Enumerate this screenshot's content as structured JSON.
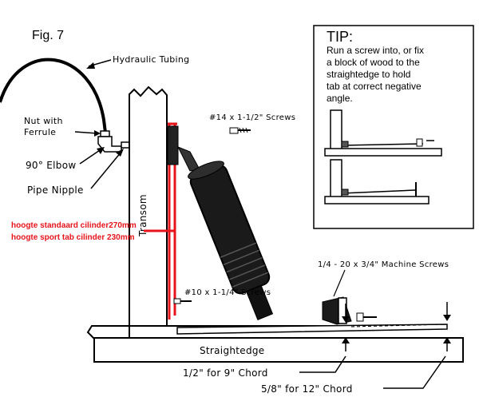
{
  "figure_label": "Fig. 7",
  "labels": {
    "hydraulic_tubing": "Hydraulic Tubing",
    "nut_with": "Nut with",
    "ferrule": "Ferrule",
    "elbow": "90° Elbow",
    "pipe_nipple": "Pipe Nipple",
    "transom": "Transom",
    "screws_14": "#14 x 1-1/2\" Screws",
    "screws_10": "#10 x 1-1/4\" Screws",
    "machine_screws": "1/4 - 20 x 3/4\" Machine Screws",
    "straightedge": "Straightedge",
    "chord_9": "1/2\" for 9\" Chord",
    "chord_12": "5/8\" for 12\" Chord"
  },
  "annotations": {
    "standard_height": "hoogte standaard cilinder270mm",
    "sport_height": "hoogte sport tab cilinder 230mm",
    "annotation_color": "#e8131b"
  },
  "tip": {
    "title": "TIP:",
    "lines": [
      "Run a screw into, or fix",
      "a block of wood to the",
      "straightedge to hold",
      "tab at correct negative",
      "angle."
    ]
  }
}
